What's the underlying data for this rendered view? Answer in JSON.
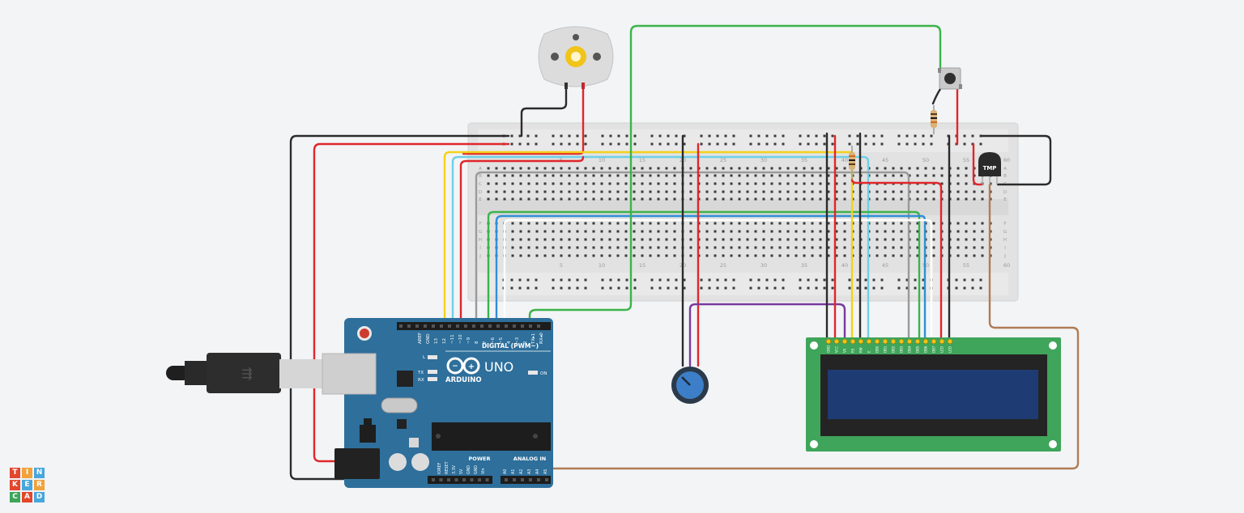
{
  "app": {
    "brand_letters": [
      "T",
      "I",
      "N",
      "K",
      "E",
      "R",
      "C",
      "A",
      "D"
    ]
  },
  "breadboard": {
    "column_numbers": [
      "5",
      "10",
      "15",
      "20",
      "25",
      "30",
      "35",
      "40",
      "45",
      "50",
      "55",
      "60"
    ],
    "row_letters_top": [
      "A",
      "B",
      "C",
      "D",
      "E"
    ],
    "row_letters_bottom": [
      "F",
      "G",
      "H",
      "I",
      "J"
    ]
  },
  "arduino": {
    "brand": "ARDUINO",
    "model": "UNO",
    "digital_header": "DIGITAL (PWM~)",
    "power_label": "POWER",
    "analog_label": "ANALOG IN",
    "on_label": "ON",
    "led_l": "L",
    "led_tx": "TX",
    "led_rx": "RX",
    "digital_pins": [
      "AREF",
      "GND",
      "13",
      "12",
      "~11",
      "~10",
      "~9",
      "8",
      "7",
      "~6",
      "~5",
      "4",
      "~3",
      "2",
      "TX▸1",
      "RX◂0"
    ],
    "power_pins": [
      "IOREF",
      "RESET",
      "3.3V",
      "5V",
      "GND",
      "GND",
      "Vin"
    ],
    "analog_pins": [
      "A0",
      "A1",
      "A2",
      "A3",
      "A4",
      "A5"
    ]
  },
  "lcd": {
    "pins": [
      "GND",
      "VCC",
      "V0",
      "RS",
      "RW",
      "E",
      "DB0",
      "DB1",
      "DB2",
      "DB3",
      "DB4",
      "DB5",
      "DB6",
      "DB7",
      "LED",
      "LED"
    ]
  },
  "sensor": {
    "label": "TMP"
  },
  "colors": {
    "wire_red": "#e0262b",
    "wire_black": "#2b2b2b",
    "wire_yellow": "#f3d21a",
    "wire_green": "#3cb34a",
    "wire_blue": "#2f8fd6",
    "wire_cyan": "#6fd0e6",
    "wire_white": "#ffffff",
    "wire_gray": "#9a9a9a",
    "wire_purple": "#7a3a9e",
    "wire_brown": "#b07c55",
    "board_blue": "#2e6f9b",
    "lcd_green": "#3fa55a"
  }
}
